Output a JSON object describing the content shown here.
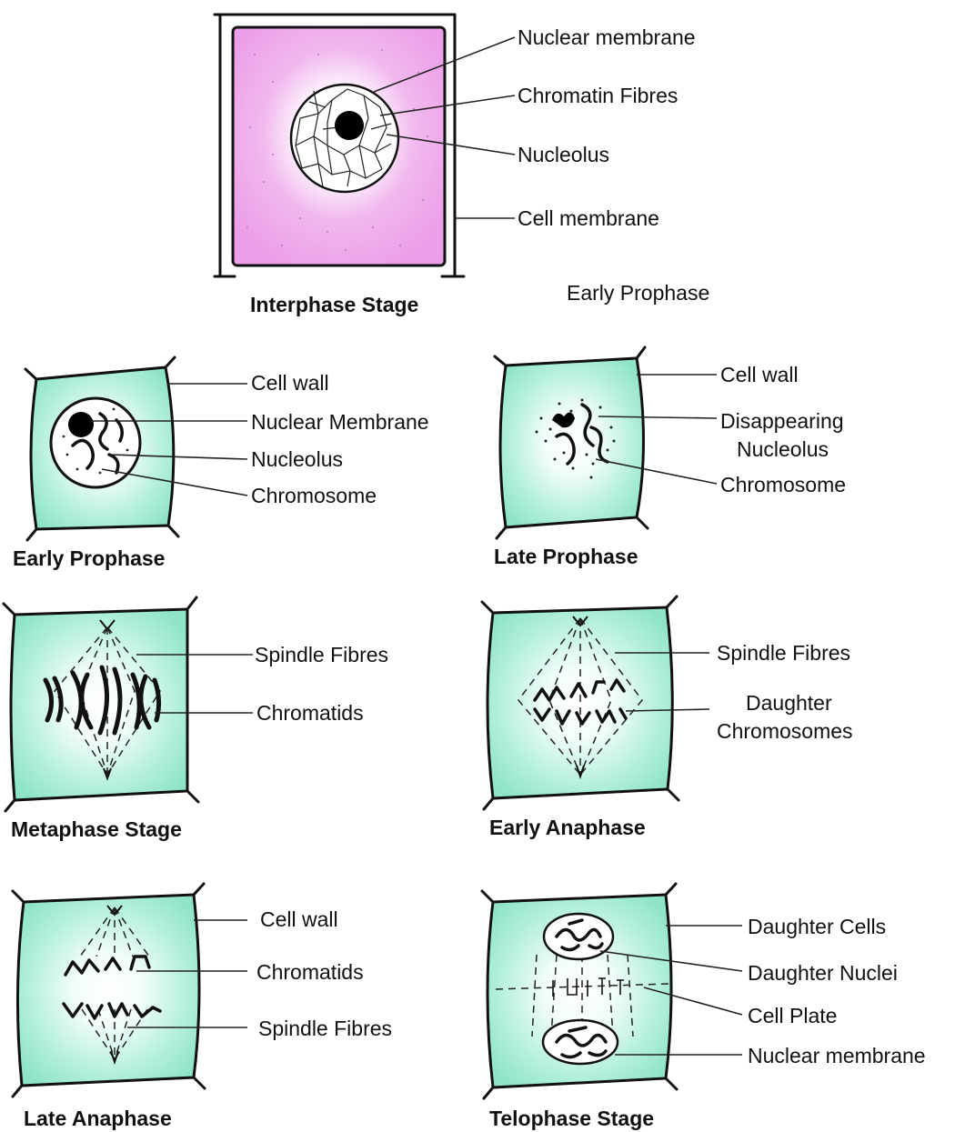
{
  "colors": {
    "interphase_fill": "#f1b8ee",
    "cell_fill": "#b4f0dc",
    "cell_fill_light": "#e9fbf5",
    "outline": "#111111"
  },
  "panels": {
    "interphase": {
      "title": "Interphase Stage",
      "labels": [
        "Nuclear membrane",
        "Chromatin Fibres",
        "Nucleolus",
        "Cell membrane"
      ]
    },
    "floating_caption": "Early Prophase",
    "early_prophase": {
      "title": "Early Prophase",
      "labels": [
        "Cell wall",
        "Nuclear Membrane",
        "Nucleolus",
        "Chromosome"
      ]
    },
    "late_prophase": {
      "title": "Late Prophase",
      "labels": [
        "Cell wall",
        "Disappearing",
        "Nucleolus",
        "Chromosome"
      ]
    },
    "metaphase": {
      "title": "Metaphase Stage",
      "labels": [
        "Spindle Fibres",
        "Chromatids"
      ]
    },
    "early_anaphase": {
      "title": "Early Anaphase",
      "labels": [
        "Spindle Fibres",
        "Daughter",
        "Chromosomes"
      ]
    },
    "late_anaphase": {
      "title": "Late Anaphase",
      "labels": [
        "Cell wall",
        "Chromatids",
        "Spindle Fibres"
      ]
    },
    "telophase": {
      "title": "Telophase Stage",
      "labels": [
        "Daughter Cells",
        "Daughter Nuclei",
        "Cell Plate",
        "Nuclear membrane"
      ]
    }
  }
}
